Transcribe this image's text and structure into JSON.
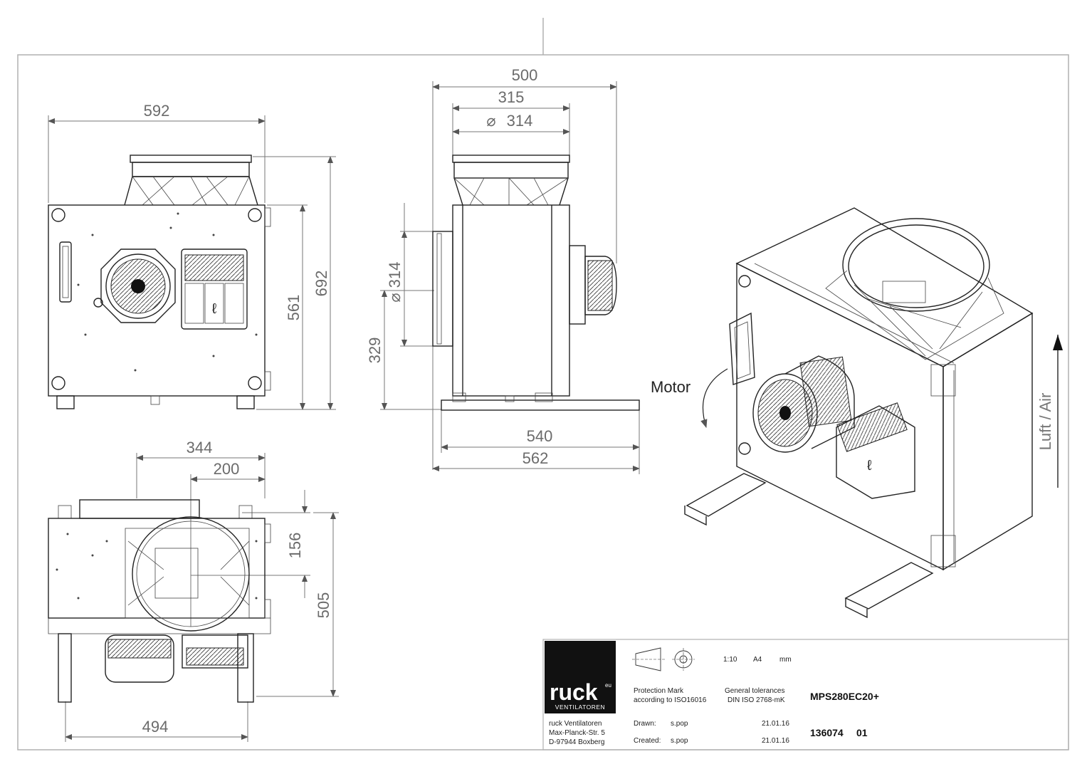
{
  "dimensions": {
    "front_width": "592",
    "front_height_total": "692",
    "front_height_body": "561",
    "side_total": "500",
    "side_inlet": "315",
    "side_inlet_diameter": "314",
    "side_outlet_diameter": "314",
    "side_outlet_height": "329",
    "side_base_540": "540",
    "side_base_562": "562",
    "top_344": "344",
    "top_200": "200",
    "top_156": "156",
    "top_505": "505",
    "top_494": "494"
  },
  "iso_labels": {
    "motor": "Motor",
    "airflow": "Luft / Air"
  },
  "logo": {
    "brand": "ruck",
    "brand_sup": "eu",
    "tagline": "VENTILATOREN"
  },
  "title_block": {
    "address_line1": "ruck Ventilatoren",
    "address_line2": "Max-Planck-Str. 5",
    "address_line3": "D-97944 Boxberg",
    "scale": "1:10",
    "paper": "A4",
    "unit": "mm",
    "protection_label": "Protection Mark",
    "protection_value": "according to ISO16016",
    "tolerance_label": "General tolerances",
    "tolerance_value": "DIN ISO 2768-mK",
    "model": "MPS280EC20+",
    "drawn_label": "Drawn:",
    "drawn_by": "s.pop",
    "drawn_date": "21.01.16",
    "created_label": "Created:",
    "created_by": "s.pop",
    "created_date": "21.01.16",
    "drawing_number": "136074",
    "revision": "01"
  },
  "colors": {
    "line": "#222222",
    "dimension": "#6b6b6b",
    "frame": "#b0b0b0",
    "logo_bg": "#111111",
    "logo_fg": "#ffffff"
  }
}
